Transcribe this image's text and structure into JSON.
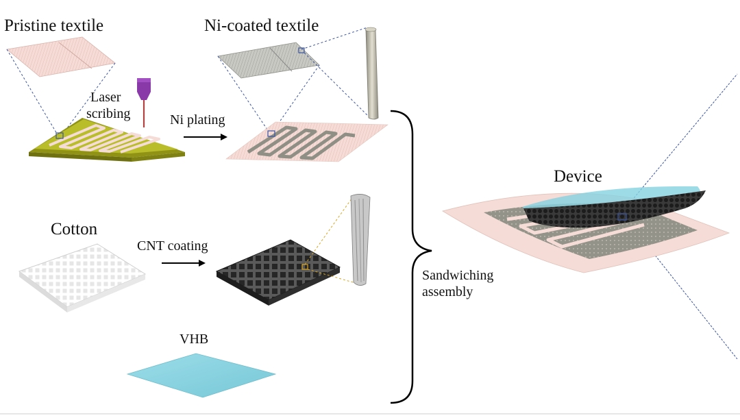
{
  "labels": {
    "pristine_textile": "Pristine textile",
    "ni_coated_textile": "Ni-coated textile",
    "laser_line1": "Laser",
    "laser_line2": "scribing",
    "ni_plating": "Ni plating",
    "cotton": "Cotton",
    "cnt_coating": "CNT coating",
    "vhb": "VHB",
    "sandwiching_line1": "Sandwiching",
    "sandwiching_line2": "assembly",
    "device": "Device"
  },
  "colors": {
    "pristine_fabric": "#f6dcd6",
    "substrate_yellow": "#b9bd2a",
    "nickel_gray": "#8f8f86",
    "cnt_black": "#2d2d2d",
    "cotton_white": "#f3f3f3",
    "vhb_blue": "#84d2e0",
    "dashed_line": "#3a55a0",
    "zoom_orange": "#d9a520",
    "laser_purple": "#8a3aa8"
  }
}
